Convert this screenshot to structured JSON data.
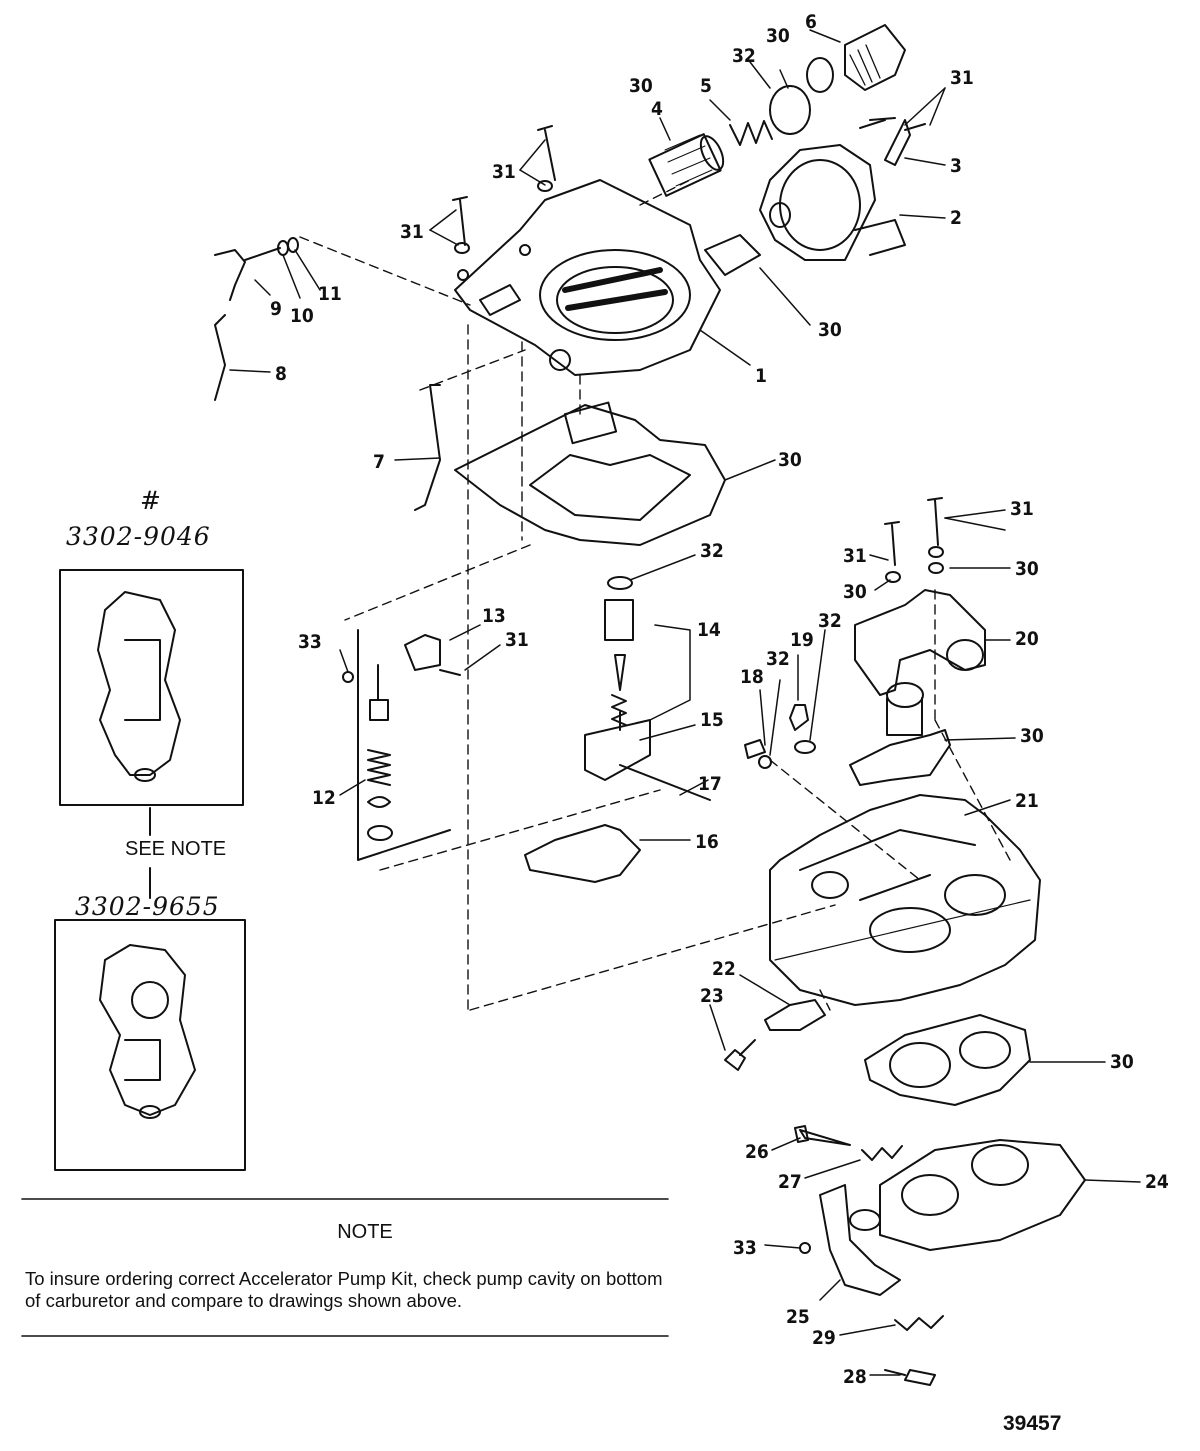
{
  "diagram": {
    "callouts": [
      {
        "id": "c1",
        "label": "1"
      },
      {
        "id": "c2",
        "label": "2"
      },
      {
        "id": "c3",
        "label": "3"
      },
      {
        "id": "c4",
        "label": "4"
      },
      {
        "id": "c4b",
        "label": "30"
      },
      {
        "id": "c5",
        "label": "5"
      },
      {
        "id": "c6",
        "label": "6"
      },
      {
        "id": "c6b",
        "label": "30"
      },
      {
        "id": "c32a",
        "label": "32"
      },
      {
        "id": "c31a",
        "label": "31"
      },
      {
        "id": "c31b",
        "label": "31"
      },
      {
        "id": "c31c",
        "label": "31"
      },
      {
        "id": "c30a",
        "label": "30"
      },
      {
        "id": "c7",
        "label": "7"
      },
      {
        "id": "c8",
        "label": "8"
      },
      {
        "id": "c9",
        "label": "9"
      },
      {
        "id": "c10",
        "label": "10"
      },
      {
        "id": "c11",
        "label": "11"
      },
      {
        "id": "c30b",
        "label": "30"
      },
      {
        "id": "c32b",
        "label": "32"
      },
      {
        "id": "c14",
        "label": "14"
      },
      {
        "id": "c15",
        "label": "15"
      },
      {
        "id": "c16",
        "label": "16"
      },
      {
        "id": "c17",
        "label": "17"
      },
      {
        "id": "c13",
        "label": "13"
      },
      {
        "id": "c31d",
        "label": "31"
      },
      {
        "id": "c33a",
        "label": "33"
      },
      {
        "id": "c12",
        "label": "12"
      },
      {
        "id": "c31e",
        "label": "31"
      },
      {
        "id": "c31f",
        "label": "31"
      },
      {
        "id": "c30c",
        "label": "30"
      },
      {
        "id": "c30d",
        "label": "30"
      },
      {
        "id": "c20",
        "label": "20"
      },
      {
        "id": "c19",
        "label": "19"
      },
      {
        "id": "c32c",
        "label": "32"
      },
      {
        "id": "c18",
        "label": "18"
      },
      {
        "id": "c32d",
        "label": "32"
      },
      {
        "id": "c30e",
        "label": "30"
      },
      {
        "id": "c21",
        "label": "21"
      },
      {
        "id": "c22",
        "label": "22"
      },
      {
        "id": "c23",
        "label": "23"
      },
      {
        "id": "c30f",
        "label": "30"
      },
      {
        "id": "c26",
        "label": "26"
      },
      {
        "id": "c27",
        "label": "27"
      },
      {
        "id": "c24",
        "label": "24"
      },
      {
        "id": "c33b",
        "label": "33"
      },
      {
        "id": "c25",
        "label": "25"
      },
      {
        "id": "c29",
        "label": "29"
      },
      {
        "id": "c28",
        "label": "28"
      }
    ],
    "inset_top_label": "3302-9046",
    "inset_hash": "#",
    "see_note": "SEE NOTE",
    "inset_bottom_label": "3302-9655"
  },
  "note": {
    "title": "NOTE",
    "body": "To insure ordering correct Accelerator Pump Kit, check pump cavity on bottom of carburetor and compare to drawings shown above."
  },
  "figure_number": "39457"
}
